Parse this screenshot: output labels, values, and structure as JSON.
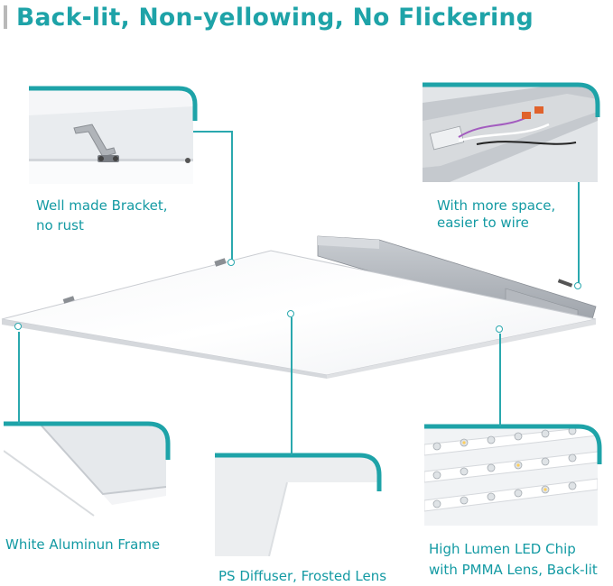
{
  "title": "Back-lit,  Non-yellowing, No Flickering",
  "captions": {
    "bracket_line1": "Well made Bracket,",
    "bracket_line2": "no rust",
    "wiring_line1": "With more space,",
    "wiring_line2": "easier to wire",
    "frame": "White Aluminun Frame",
    "diffuser": "PS Diffuser,  Frosted Lens",
    "chip_line1": "High Lumen LED Chip",
    "chip_line2": "with PMMA Lens, Back-lit"
  },
  "colors": {
    "accent": "#1ea3a8",
    "caption": "#139aa3",
    "title_bar": "#b9b9b9"
  }
}
